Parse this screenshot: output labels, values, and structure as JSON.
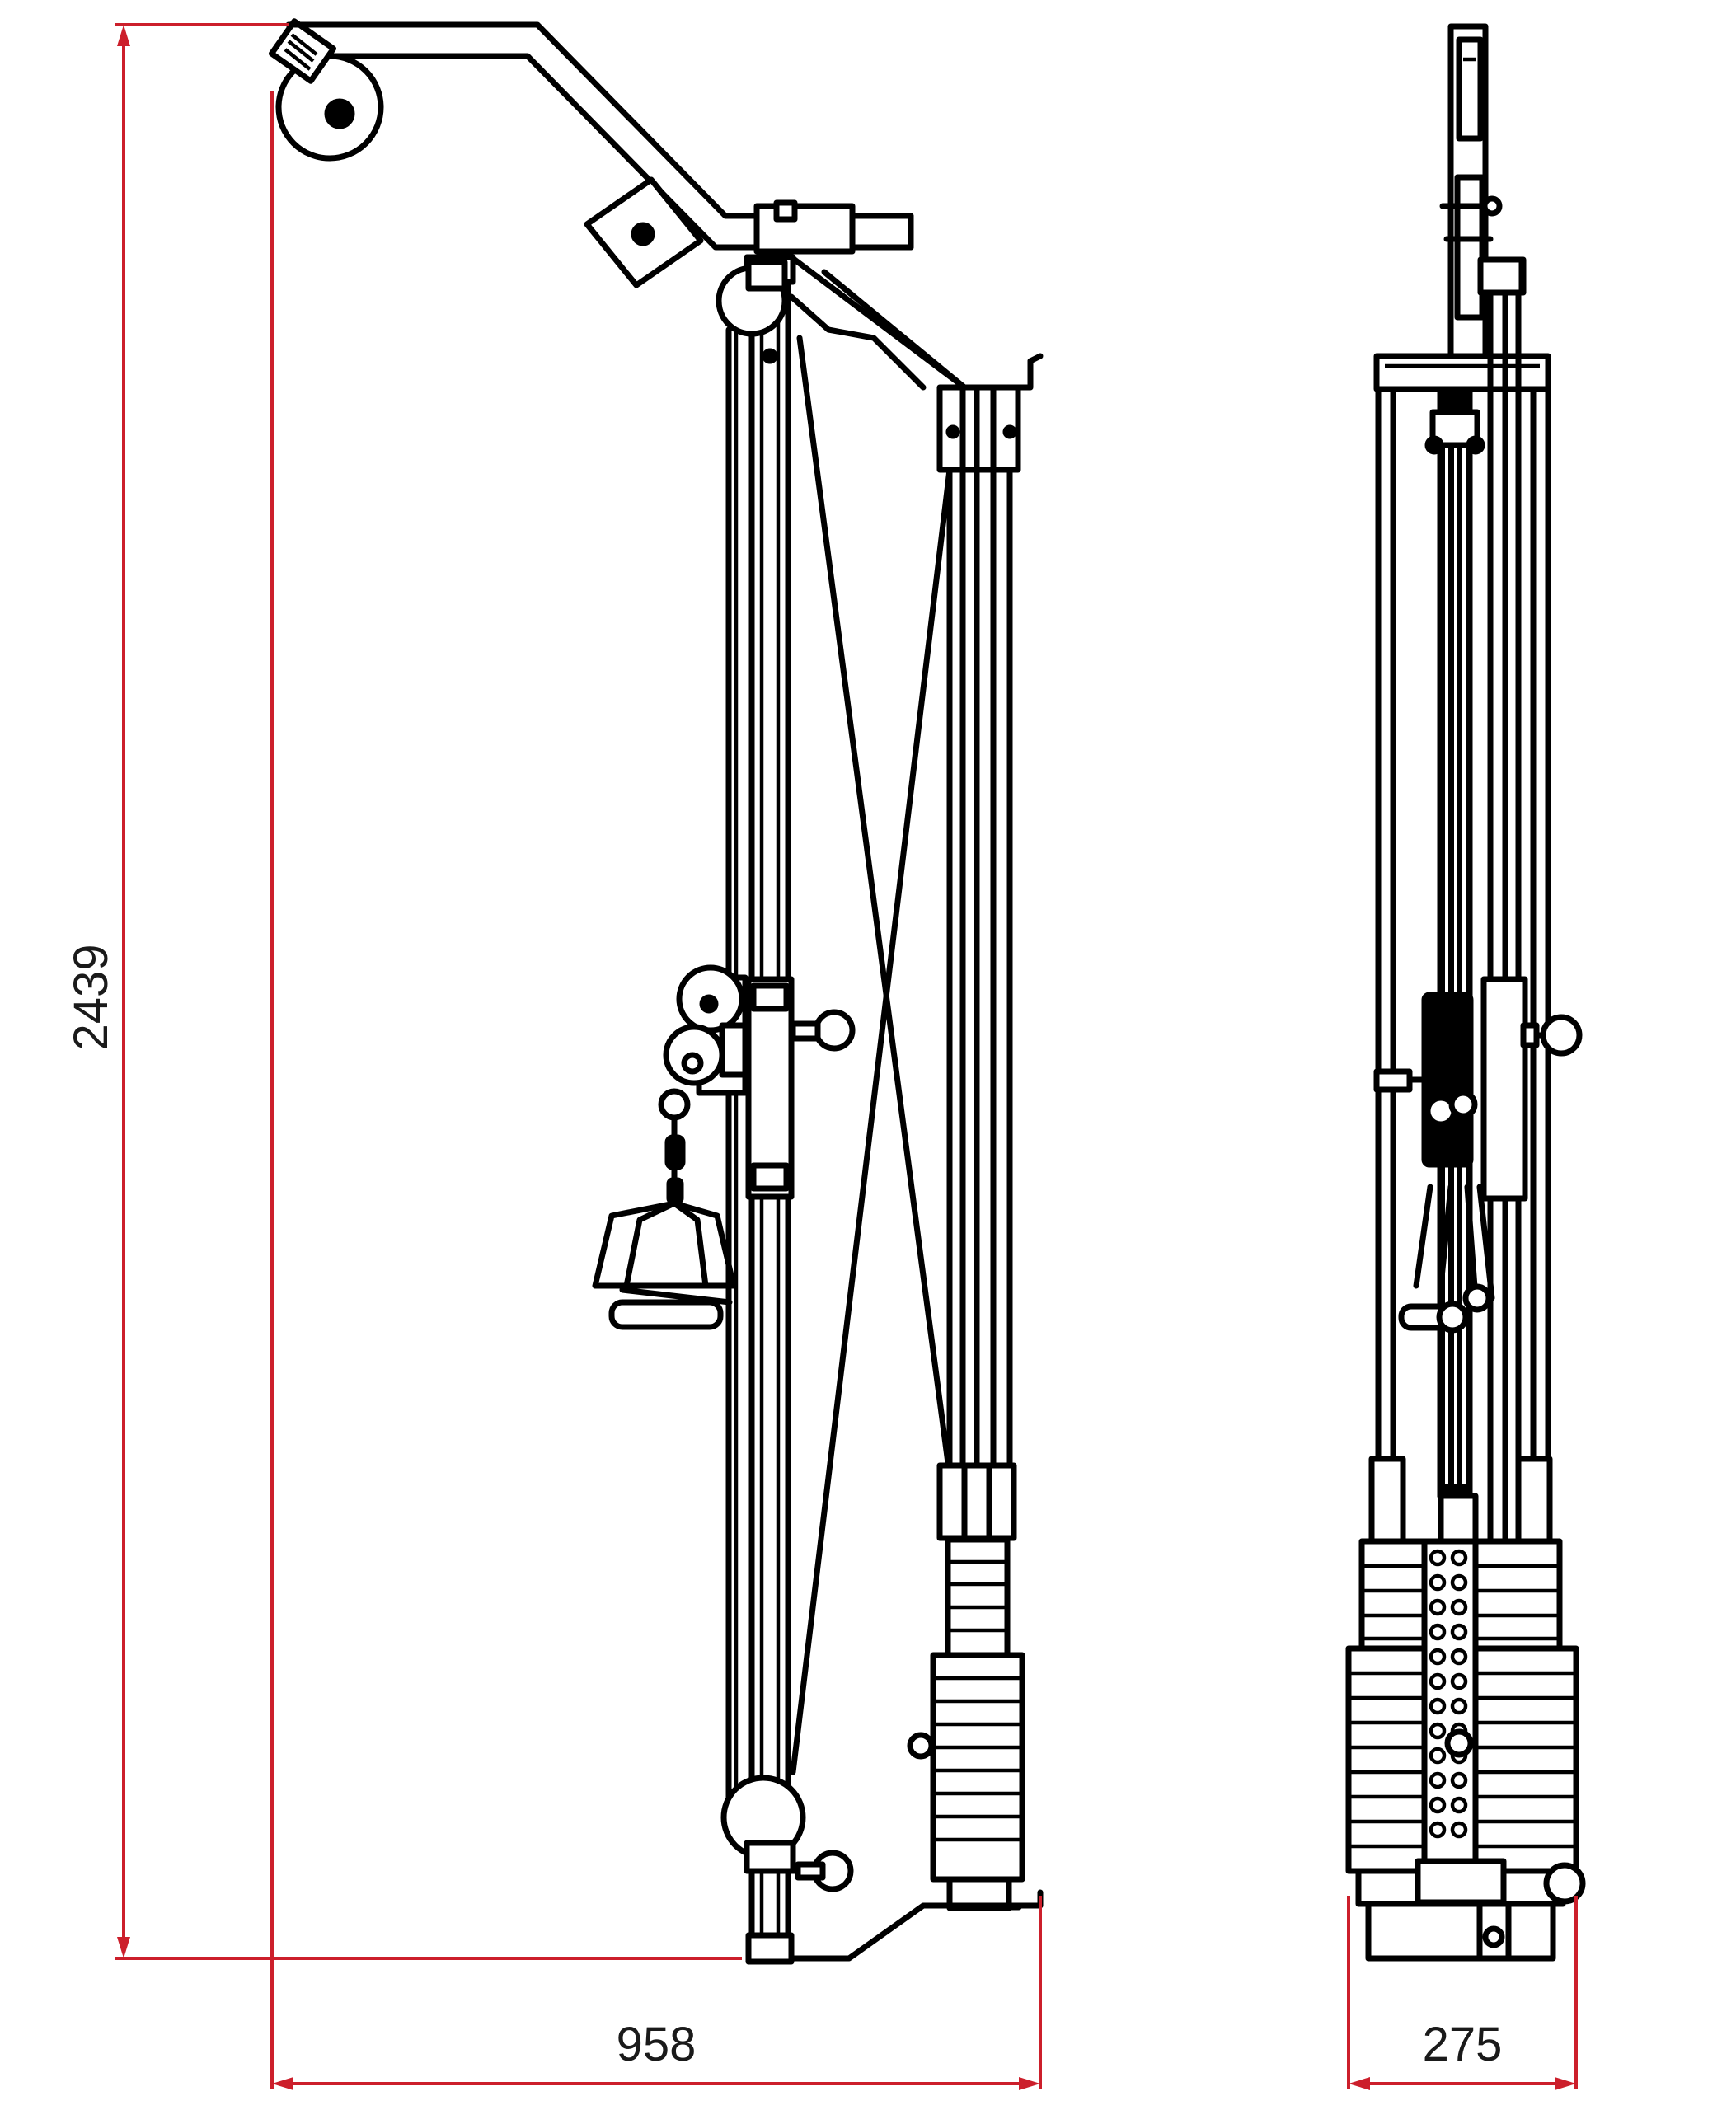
{
  "dimensions": {
    "height_value": "2439",
    "width_side_value": "958",
    "width_front_value": "275"
  },
  "colors": {
    "dimension_line": "#cc1f2b",
    "outline": "#000000",
    "background": "#ffffff"
  }
}
